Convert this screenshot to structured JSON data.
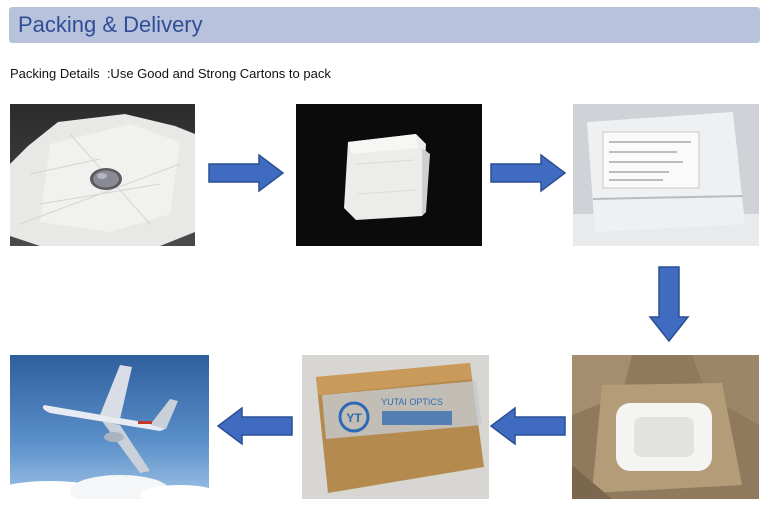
{
  "section": {
    "title": "Packing & Delivery",
    "details_text": "Packing Details  :Use Good and Strong Cartons to pack"
  },
  "colors": {
    "header_background": "#b9c2dd",
    "header_text": "#2f4f95",
    "arrow_fill": "#3f6cc1",
    "arrow_stroke": "#2c4f94"
  },
  "photos": [
    {
      "name": "lens-on-tissue",
      "print_text": []
    },
    {
      "name": "wrapped-in-tissue",
      "print_text": []
    },
    {
      "name": "sealed-plastic-bag",
      "print_text": []
    },
    {
      "name": "foam-in-carton",
      "print_text": []
    },
    {
      "name": "taped-carton",
      "print_text": [
        "YT",
        "YUTAI OPTICS"
      ]
    },
    {
      "name": "airplane-in-sky",
      "print_text": []
    }
  ]
}
